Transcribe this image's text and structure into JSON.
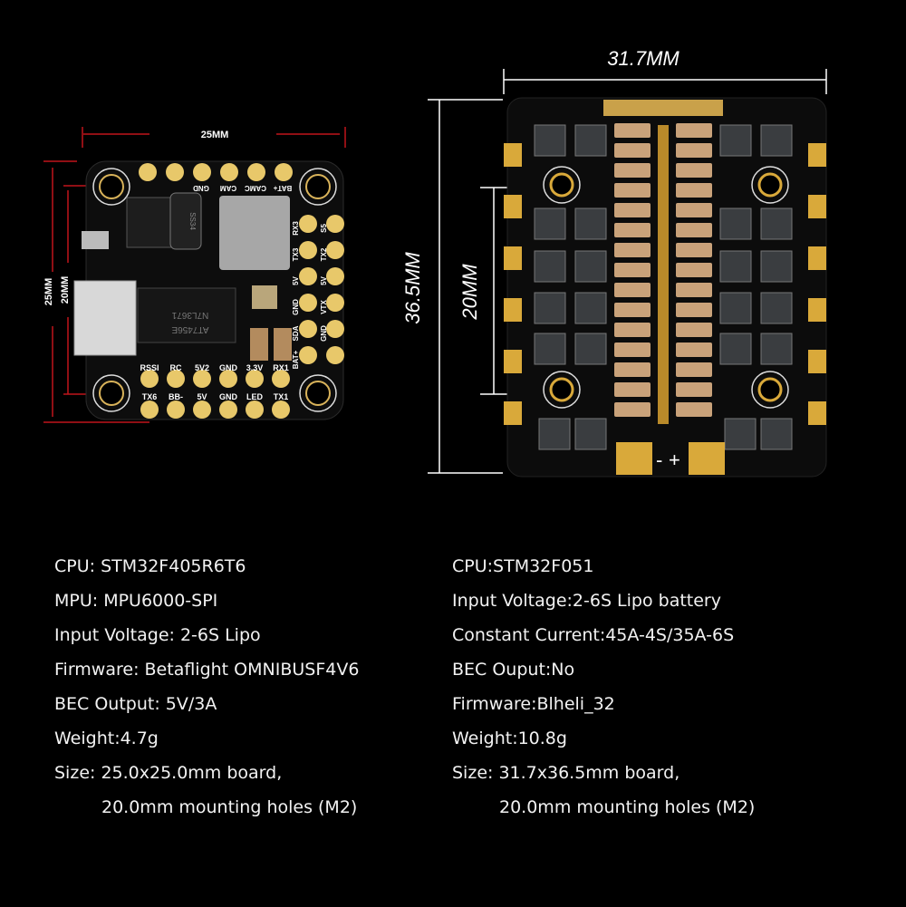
{
  "fc_board": {
    "dim_width": "25MM",
    "dim_height_outer": "25MM",
    "dim_height_inner": "20MM",
    "top_labels": [
      "GND",
      "CAM",
      "CAMC",
      "BAT+"
    ],
    "right_labels": [
      "RX3",
      "S5",
      "TX3",
      "TX2",
      "5V",
      "5V",
      "GND",
      "VTX",
      "SDA",
      "GND",
      "BAT+"
    ],
    "bottom_row1": [
      "RSSI",
      "RC",
      "5V2",
      "GND",
      "3.3V",
      "RX1"
    ],
    "bottom_row2": [
      "TX6",
      "BB-",
      "5V",
      "GND",
      "LED",
      "TX1"
    ],
    "chip_markings": [
      "AT7456E",
      "N7L3671",
      "SS34"
    ],
    "pad_color": "#e8c86a",
    "dim_line_color": "#c0141a"
  },
  "esc_board": {
    "dim_width": "31.7MM",
    "dim_height": "36.5MM",
    "dim_hole": "20MM",
    "power_labels": [
      "-",
      "+"
    ],
    "pad_color": "#d9a93a",
    "cap_color": "#c9a27a"
  },
  "fc_specs": [
    "CPU: STM32F405R6T6",
    "MPU: MPU6000-SPI",
    "Input Voltage: 2-6S Lipo",
    "Firmware: Betaflight OMNIBUSF4V6",
    "BEC Output: 5V/3A",
    "Weight:4.7g",
    "Size: 25.0x25.0mm board,",
    "20.0mm mounting holes (M2)"
  ],
  "esc_specs": [
    "CPU:STM32F051",
    "Input Voltage:2-6S Lipo battery",
    "Constant Current:45A-4S/35A-6S",
    "BEC Ouput:No",
    "Firmware:Blheli_32",
    "Weight:10.8g",
    "Size: 31.7x36.5mm board,",
    "20.0mm mounting holes (M2)"
  ]
}
